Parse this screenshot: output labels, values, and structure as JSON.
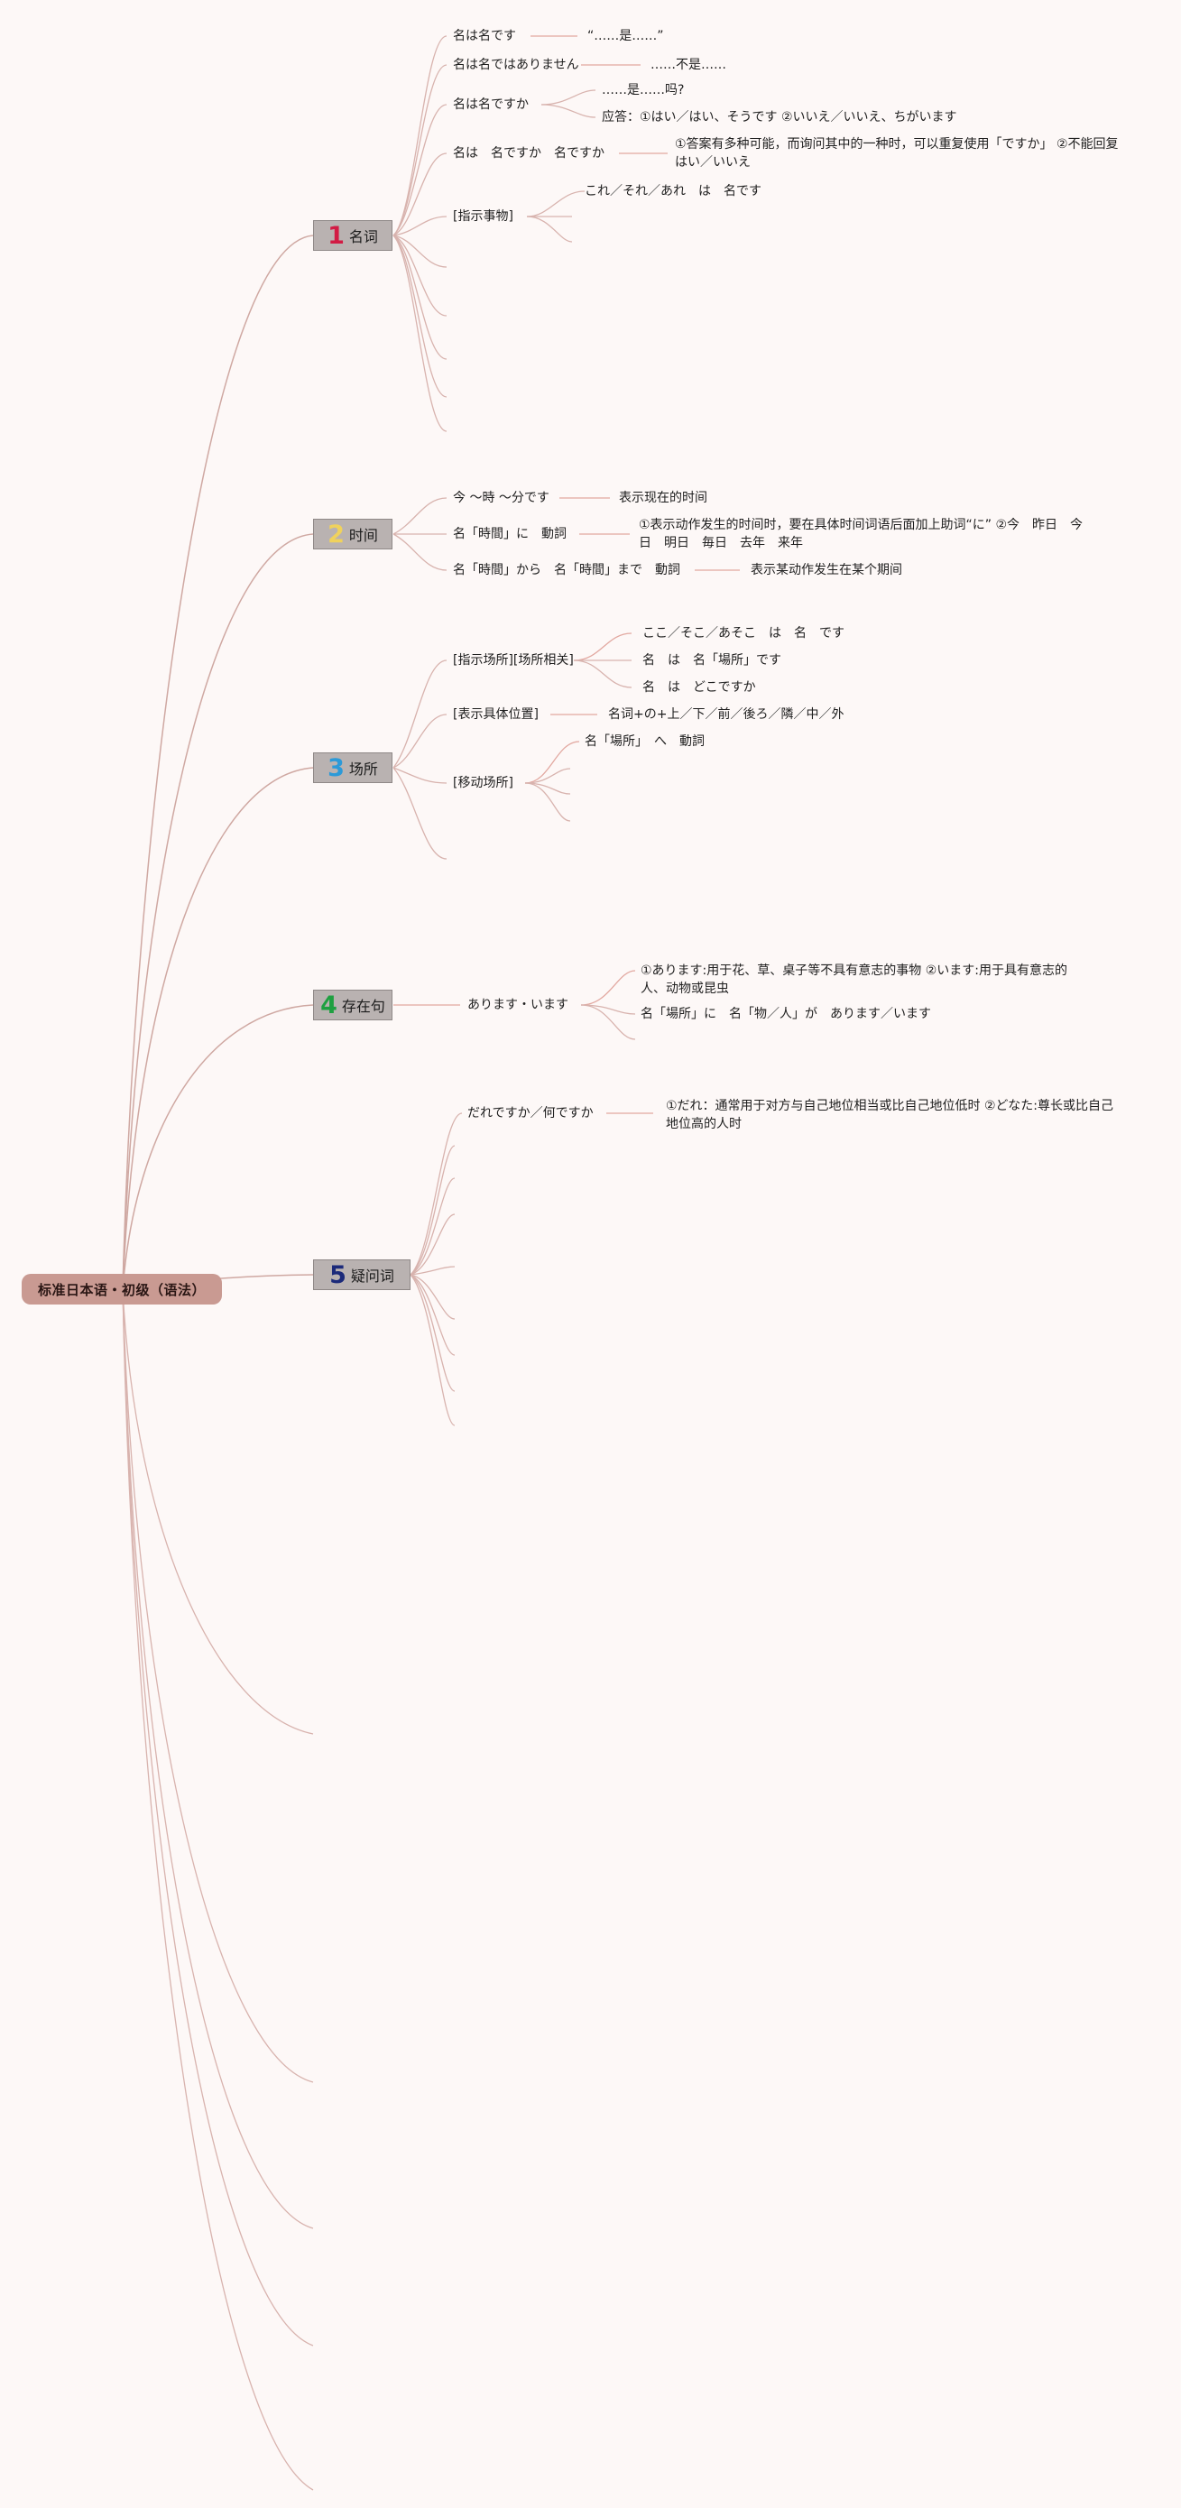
{
  "root": {
    "label": "标准日本语・初级（语法）"
  },
  "categories": [
    {
      "num": "1",
      "label": "名词",
      "color": "#d21b44"
    },
    {
      "num": "2",
      "label": "时间",
      "color": "#f0d25c"
    },
    {
      "num": "3",
      "label": "场所",
      "color": "#2c9ad8"
    },
    {
      "num": "4",
      "label": "存在句",
      "color": "#1fa041"
    },
    {
      "num": "5",
      "label": "疑问词",
      "color": "#1c2a7a"
    }
  ],
  "noun": {
    "n1": "名は名です",
    "n1a": "“……是……”",
    "n2": "名は名ではありません",
    "n2a": "……不是……",
    "n3": "名は名ですか",
    "n3a": "……是……吗?",
    "n3b": "应答：①はい／はい、そうです ②いいえ／いいえ、ちがいます",
    "n4": "名は　名ですか　名ですか",
    "n4a": "①答案有多种可能，而询问其中的一种时，可以重复使用「ですか」 ②不能回复はい／いいえ",
    "n5": "[指示事物]",
    "n5a": "これ／それ／あれ　は　名です"
  },
  "time": {
    "t1": "今 〜時 〜分です",
    "t1a": "表示现在的时间",
    "t2": "名「時間」に　動詞",
    "t2a": "①表示动作发生的时间时，要在具体时间词语后面加上助词“に” ②今　昨日　今日　明日　毎日　去年　来年",
    "t3": "名「時間」から　名「時間」まで　動詞",
    "t3a": "表示某动作发生在某个期间"
  },
  "place": {
    "p1": "[指示场所][场所相关]",
    "p1a": "ここ／そこ／あそこ　は　名　です",
    "p1b": "名　は　名「場所」です",
    "p1c": "名　は　どこですか",
    "p2": "[表示具体位置]",
    "p2a": "名词+の+上／下／前／後ろ／隣／中／外",
    "p3": "[移动场所]",
    "p3a": "名「場所」　へ　動詞"
  },
  "exist": {
    "e1": "あります・います",
    "e1a": "①あります:用于花、草、桌子等不具有意志的事物 ②います:用于具有意志的人、动物或昆虫",
    "e1b": "名「場所」に　名「物／人」が　あります／います"
  },
  "question": {
    "q1": "だれですか／何ですか",
    "q1a": "①だれ：通常用于对方与自己地位相当或比自己地位低时 ②どなた:尊长或比自己地位高的人时"
  }
}
